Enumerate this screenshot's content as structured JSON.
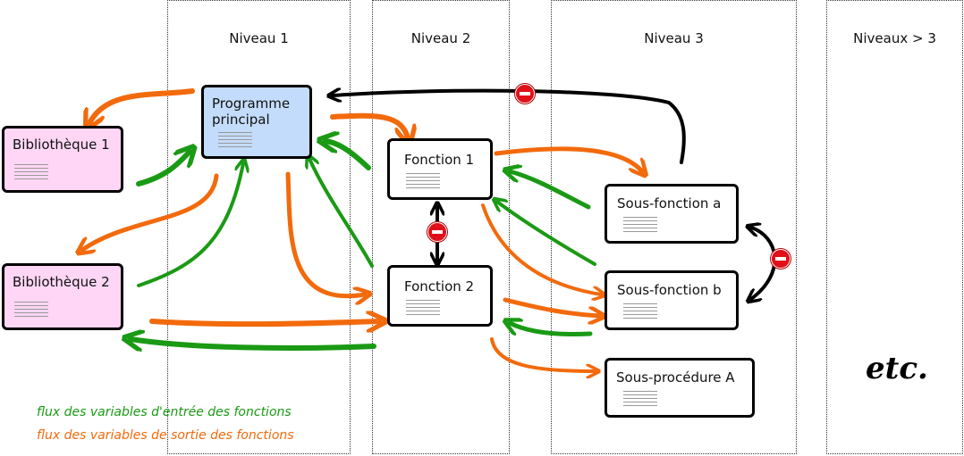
{
  "levels": [
    "Niveau 1",
    "Niveau 2",
    "Niveau 3",
    "Niveaux > 3"
  ],
  "boxes": {
    "bibliotheque1": "Bibliothèque 1",
    "bibliotheque2": "Bibliothèque 2",
    "programme": "Programme\nprincipal",
    "fonction1": "Fonction 1",
    "fonction2": "Fonction 2",
    "sousfonction_a": "Sous-fonction a",
    "sousfonction_b": "Sous-fonction b",
    "sousprocedure_a": "Sous-procédure A"
  },
  "etc": "etc.",
  "legend": {
    "input": "flux des variables d'entrée des fonctions",
    "output": "flux des variables de sortie des fonctions"
  },
  "colors": {
    "input": "#1a9a14",
    "output": "#f26a0c",
    "call": "#000000",
    "library": "#ffd6f5",
    "program": "#c4dcfb",
    "forbidden": "#e0101a"
  }
}
